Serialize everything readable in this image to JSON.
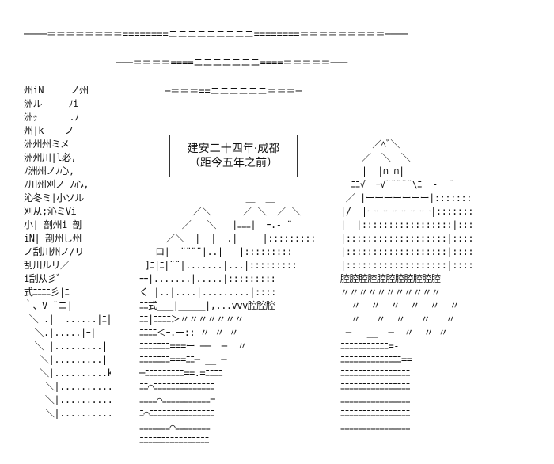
{
  "caption": {
    "line1": "建安二十四年·成都",
    "line2": "（距今五年之前）"
  },
  "rules": {
    "top": "────＝＝＝＝＝＝＝＝========ニニニニニニニニニ========＝＝＝＝＝＝＝＝＝────",
    "second": "───＝＝＝＝====ニニニニニニニ====＝＝＝＝＝───",
    "third": "─＝＝＝==ニニニニニニ＝＝＝─"
  },
  "art": {
    "left_block": [
      "州iN     ノ州",
      "洲ル     ﾉi",
      "洲ｯ      .ﾉ",
      "州|k    ノ",
      "洲州州ミメ",
      "洲州川|l必,",
      "ﾉ洲州ノﾉ心,",
      "ﾉ川州刈ノ ﾉ心,",
      "沁冬ミ|小ソル",
      "刈从;沁ミVi",
      "小| 剖州i 剖",
      "iN| 剖州し州",
      "ノ刮川州ノ/リ",
      "刮川ルリ／ ",
      "i刮从彡ﾞ   ",
      "式ﾆﾆﾆﾆ彡|ﾆ",
      "｀、V ¨ニ|",
      " ＼ .|  ......|ﾆ|",
      "  ＼.|.....|ｰ|",
      "  ＼ |.........|",
      "   ＼|.........|",
      "   ＼|..........k",
      "    ＼|..........叭",
      "    ＼|..........i",
      "    ＼|..........|"
    ],
    "center_block": [
      "                    ＿  ＿",
      "          ／＼      ／ ＼  ／ ＼",
      "        ／   ＼   |ﾆﾆﾆ|  ｰ.- ¨",
      "     ／＼  |  |  .|　   |:::::::::",
      "   ロ|  ¨¨¨¨|..|   |:::::::::",
      " ]ﾆ|ﾆ|¨¨|.......|...|:::::::::",
      "ｰｰ|.......|.....|:::::::::",
      "く |..|....|.........|::::",
      "ﾆﾆ式___|_____|,...vvv腔腔腔",
      "ﾆﾆ|ﾆﾆﾆﾆ＞〃〃〃〃〃〃〃",
      "ﾆﾆﾆﾆ＜ｰ.ｰｰ:: 〃 〃 〃",
      "ﾆﾆﾆﾆﾆﾆﾆ===ー ──  ─  〃",
      "ﾆﾆﾆﾆﾆﾆﾆ===ﾆﾆ─ __ ─",
      "─ﾆﾆﾆﾆﾆﾆﾆﾆﾆ==.=ﾆﾆﾆﾆ",
      "ﾆﾆ⌒ﾆﾆﾆﾆﾆﾆﾆﾆﾆﾆﾆﾆﾆﾆ",
      "ﾆﾆﾆﾆ⌒ﾆﾆﾆﾆﾆﾆﾆﾆﾆﾆﾆ=",
      "ﾆ⌒ﾆﾆﾆﾆﾆﾆﾆﾆﾆﾆﾆﾆﾆﾆﾆ",
      "ﾆﾆﾆﾆﾆﾆﾆ⌒ﾆﾆﾆﾆﾆﾆﾆﾆ",
      "ﾆﾆﾆﾆﾆﾆﾆﾆﾆﾆﾆﾆﾆﾆﾆﾆ"
    ],
    "right_block": [
      "      ／ﾍﾞ＼",
      "    ／  ＼  ＼",
      "    |  |∩ ∩|",
      "  ﾆﾆ√  ｰ√¨¨¨¨¨\\ﾆ  -  ¨",
      " ／ |ーーーーーーー|:::::::",
      "|/  |ーーーーーーー|:::::::",
      "|  |:::::::::::::::::|::::::",
      "|:::::::::::::::::::|::::::",
      "|:::::::::::::::::::|::::::",
      "|:::::::::::::::::::|::::::",
      "腔腔腔腔腔腔腔腔腔腔腔",
      "〃〃〃〃〃〃〃〃〃〃〃",
      "  〃  〃  〃  〃  〃  〃",
      "  〃   〃  〃   〃   〃",
      " ─   __  ─  〃  〃 〃",
      "ﾆﾆﾆﾆﾆﾆﾆﾆﾆﾆﾆ=-",
      "ﾆﾆﾆﾆﾆﾆﾆﾆﾆﾆﾆﾆﾆﾆ==",
      "ﾆﾆﾆﾆﾆﾆﾆﾆﾆﾆﾆﾆﾆﾆﾆﾆ",
      "ﾆﾆﾆﾆﾆﾆﾆﾆﾆﾆﾆﾆﾆﾆﾆﾆ",
      "ﾆﾆﾆﾆﾆﾆﾆﾆﾆﾆﾆﾆﾆﾆﾆﾆ",
      "ﾆﾆﾆﾆﾆﾆﾆﾆﾆﾆﾆﾆﾆﾆﾆﾆ",
      "ﾆﾆﾆﾆﾆﾆﾆﾆﾆﾆﾆﾆﾆﾆﾆﾆ"
    ]
  }
}
